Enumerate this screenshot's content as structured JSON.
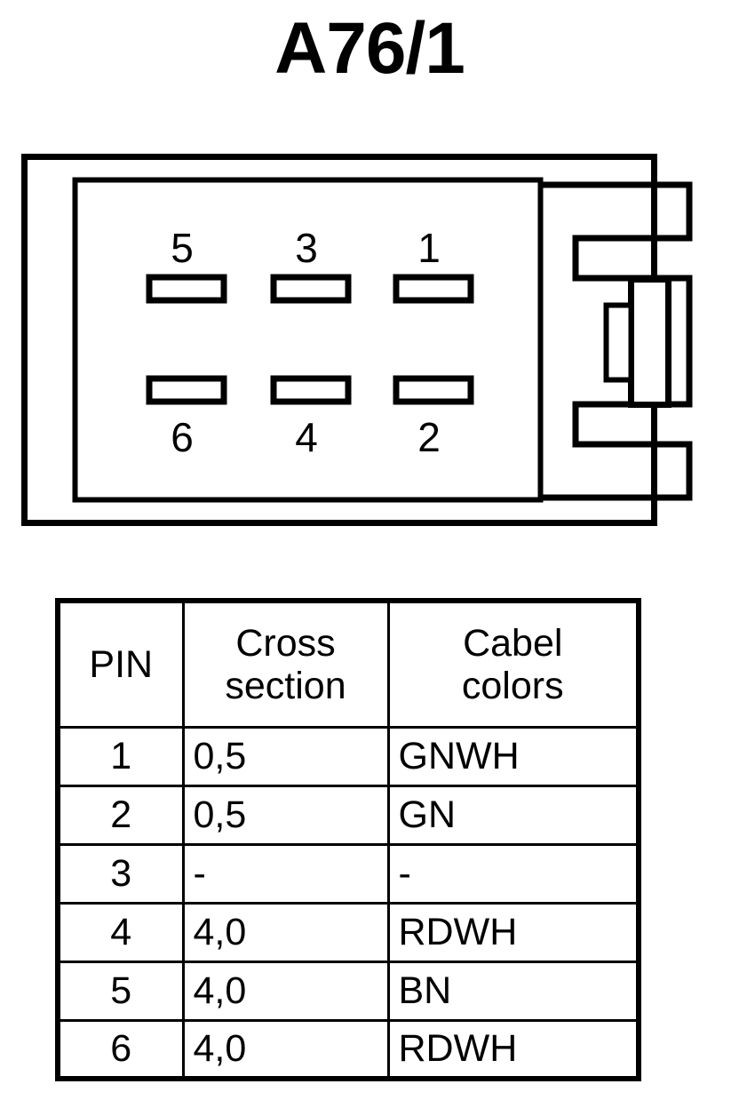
{
  "title": "A76/1",
  "connector": {
    "name": "6-way-connector-face-view",
    "pin_labels_top": [
      "5",
      "3",
      "1"
    ],
    "pin_labels_bottom": [
      "6",
      "4",
      "2"
    ],
    "pin_count": 6,
    "stroke_color": "#000000",
    "fill_color": "#ffffff"
  },
  "table": {
    "headers": {
      "pin": "PIN",
      "cross_line1": "Cross",
      "cross_line2": "section",
      "color_line1": "Cabel",
      "color_line2": "colors"
    },
    "rows": [
      {
        "pin": "1",
        "cross_section": "0,5",
        "cable_colors": "GNWH"
      },
      {
        "pin": "2",
        "cross_section": "0,5",
        "cable_colors": "GN"
      },
      {
        "pin": "3",
        "cross_section": "-",
        "cable_colors": "-"
      },
      {
        "pin": "4",
        "cross_section": "4,0",
        "cable_colors": "RDWH"
      },
      {
        "pin": "5",
        "cross_section": "4,0",
        "cable_colors": "BN"
      },
      {
        "pin": "6",
        "cross_section": "4,0",
        "cable_colors": "RDWH"
      }
    ]
  }
}
